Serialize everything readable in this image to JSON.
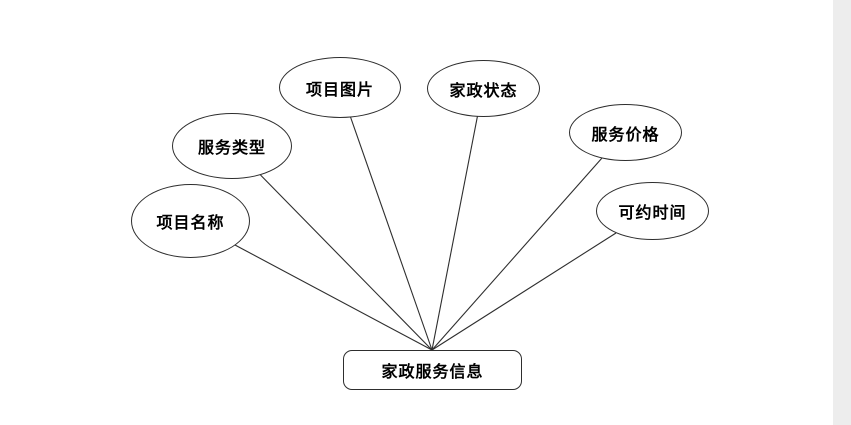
{
  "diagram": {
    "type": "entity-attribute-diagram",
    "center_node": {
      "id": "housekeeping-service-info",
      "label": "家政服务信息",
      "shape": "rounded-rectangle"
    },
    "attribute_nodes": [
      {
        "id": "project-name",
        "label": "项目名称",
        "shape": "ellipse"
      },
      {
        "id": "service-type",
        "label": "服务类型",
        "shape": "ellipse"
      },
      {
        "id": "project-image",
        "label": "项目图片",
        "shape": "ellipse"
      },
      {
        "id": "status",
        "label": "家政状态",
        "shape": "ellipse"
      },
      {
        "id": "service-price",
        "label": "服务价格",
        "shape": "ellipse"
      },
      {
        "id": "available-time",
        "label": "可约时间",
        "shape": "ellipse"
      }
    ],
    "edges": [
      {
        "from": "housekeeping-service-info",
        "to": "project-name"
      },
      {
        "from": "housekeeping-service-info",
        "to": "service-type"
      },
      {
        "from": "housekeeping-service-info",
        "to": "project-image"
      },
      {
        "from": "housekeeping-service-info",
        "to": "status"
      },
      {
        "from": "housekeeping-service-info",
        "to": "service-price"
      },
      {
        "from": "housekeeping-service-info",
        "to": "available-time"
      }
    ],
    "colors": {
      "stroke": "#2e2e2e",
      "fill": "#ffffff",
      "text": "#000000"
    }
  }
}
